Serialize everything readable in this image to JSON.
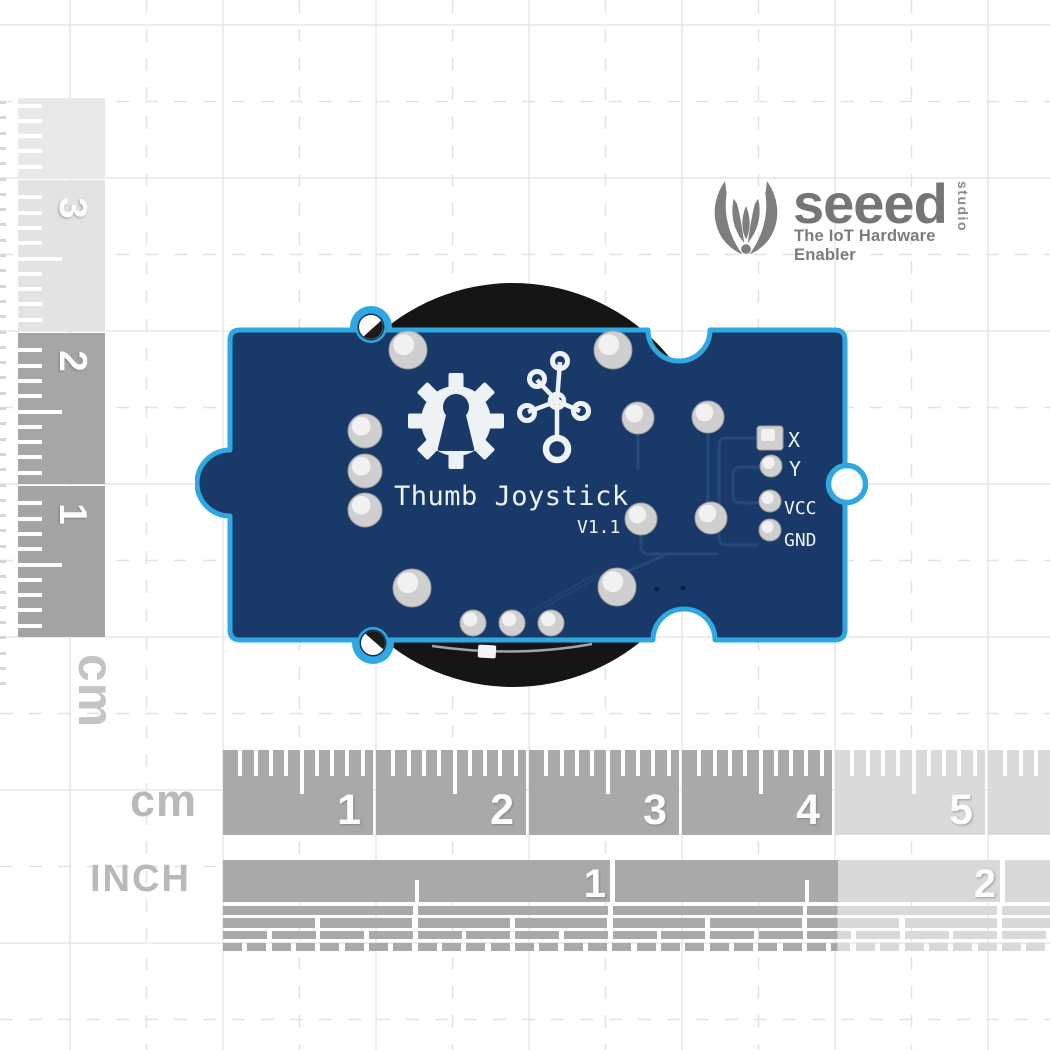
{
  "brand": {
    "name": "seeed",
    "suffix": "studio",
    "tagline": "The IoT Hardware Enabler"
  },
  "board": {
    "title": "Thumb Joystick",
    "version": "V1.1",
    "pin_labels": [
      "X",
      "Y",
      "VCC",
      "GND"
    ]
  },
  "rulers": {
    "vertical_cm": {
      "unit": "cm",
      "numbers": [
        "3",
        "2",
        "1"
      ]
    },
    "horizontal_cm": {
      "unit": "cm",
      "numbers": [
        "1",
        "2",
        "3",
        "4",
        "5"
      ]
    },
    "inch": {
      "unit": "INCH",
      "numbers": [
        "1",
        "2"
      ]
    }
  },
  "colors": {
    "pcb_body": "#193a69",
    "pcb_edge": "#2fa8e1",
    "silkscreen": "#edf2f5",
    "component_black": "#151515",
    "ruler_dark": "#a9a9a9",
    "ruler_light": "#d9d9d9",
    "logo_gray": "#7e7e7e"
  }
}
